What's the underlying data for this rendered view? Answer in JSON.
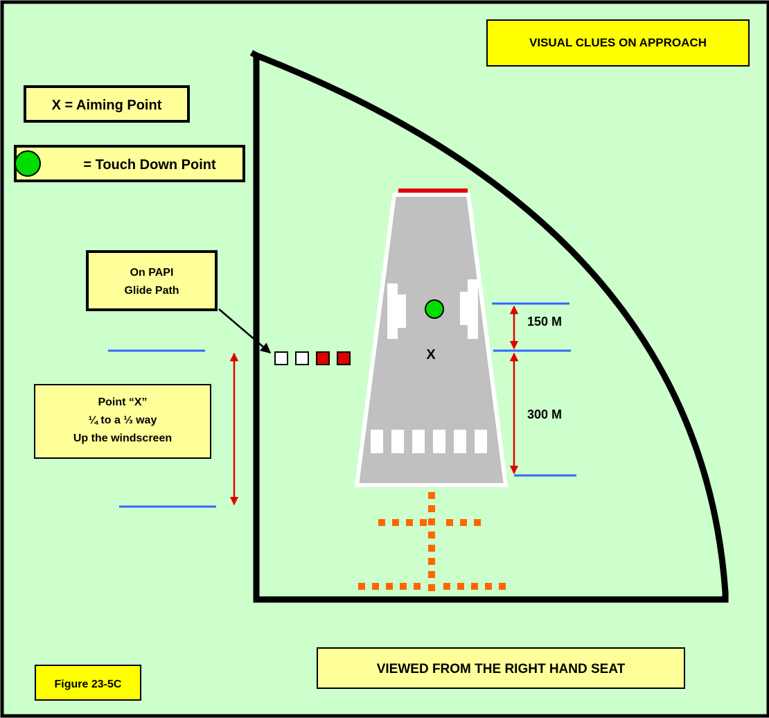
{
  "title": "VISUAL CLUES ON APPROACH",
  "legend": {
    "aiming_point": "X = Aiming Point",
    "touch_down_point": "= Touch Down Point"
  },
  "papi_callout": {
    "line1": "On PAPI",
    "line2": "Glide Path"
  },
  "point_x_box": {
    "line1": "Point “X”",
    "line2": "¼ to a ⅓ way",
    "line3": "Up the windscreen"
  },
  "runway": {
    "aiming_mark": "X"
  },
  "distances": {
    "upper": "150 M",
    "lower": "300 M"
  },
  "papi_lights": [
    "white",
    "white",
    "red",
    "red"
  ],
  "figure_label": "Figure 23-5C",
  "viewpoint_label": "VIEWED FROM THE RIGHT HAND SEAT",
  "colors": {
    "background": "#ccffcc",
    "label_box": "#ffff99",
    "title_box": "#ffff00",
    "runway": "#c0c0c0",
    "threshold_bar": "#e00000",
    "touchdown_dot": "#00dd00",
    "measure_line": "#3366ff",
    "arrow": "#e00000",
    "approach_lights": "#ff6600",
    "papi_red": "#e00000",
    "papi_white": "#ffffff"
  }
}
